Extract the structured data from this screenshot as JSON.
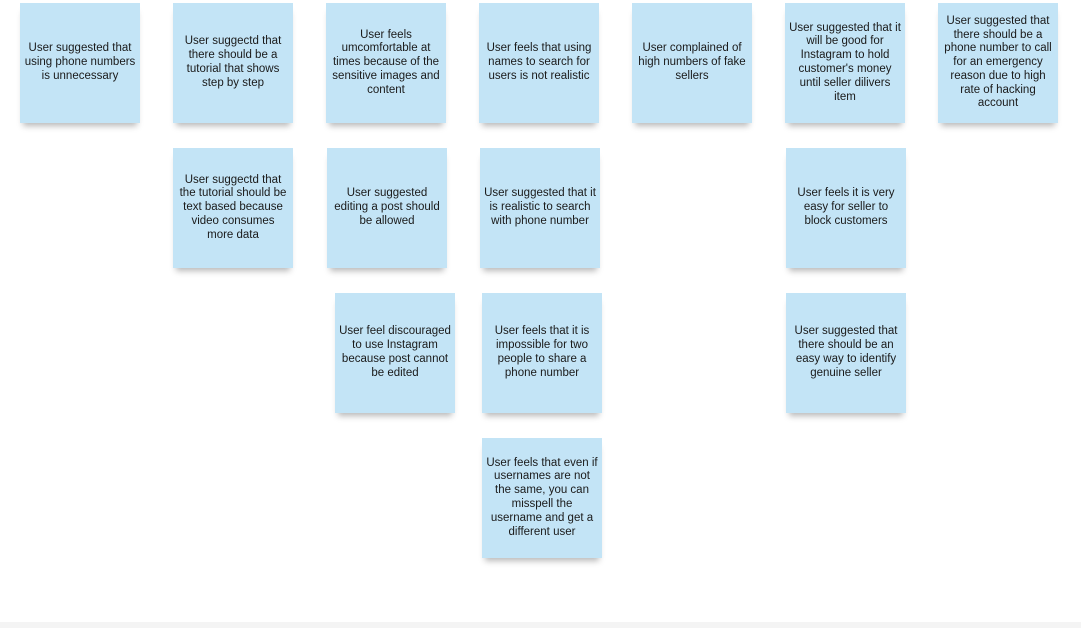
{
  "notes": [
    "User suggested that using phone numbers is unnecessary",
    "User suggectd that there should be a tutorial that shows step by step",
    "User feels umcomfortable at times because of the sensitive images and content",
    "User feels that using names to search for users is not realistic",
    "User complained of high numbers of fake sellers",
    "User suggested that it will be good for Instagram to hold customer's money until seller dilivers item",
    "User suggested that there should be a phone number to call for an emergency reason due to high rate of hacking account",
    "User suggectd that the tutorial should be text based because video consumes more data",
    "User suggested editing a post should be allowed",
    "User suggested that it is realistic to search with phone number",
    "User feels it is very easy for seller to block customers",
    "User feel discouraged to use Instagram because post cannot be edited",
    "User feels that it is impossible for two people to share a phone number",
    "User suggested that there should be an easy way to identify genuine seller",
    "User feels that even if usernames are not the same, you can misspell the username and get a different user"
  ]
}
